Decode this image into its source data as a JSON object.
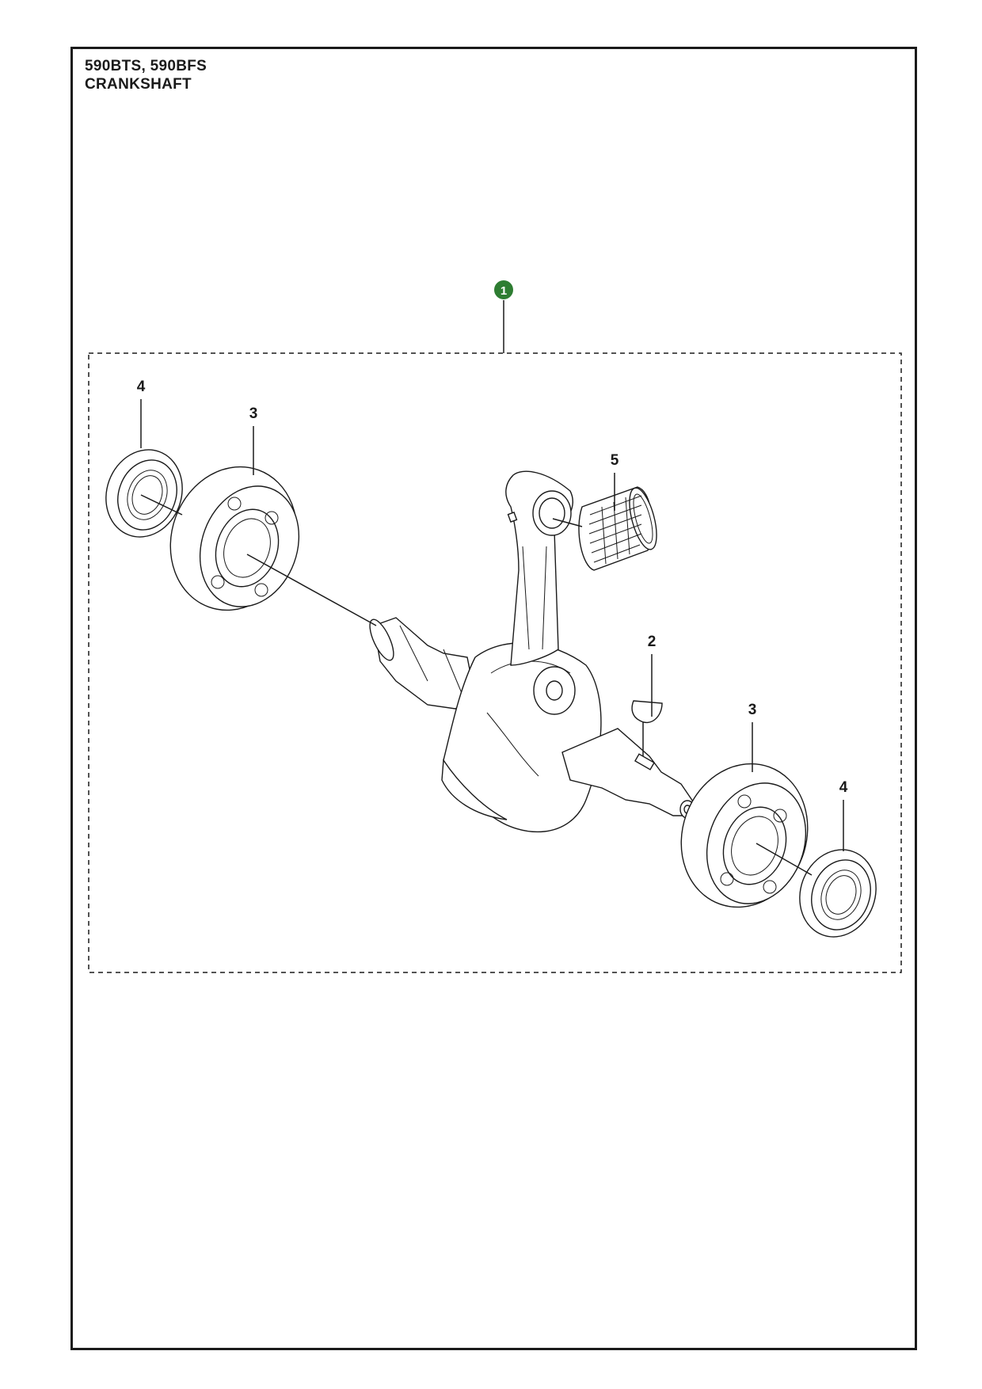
{
  "header": {
    "models": "590BTS, 590BFS",
    "section": "CRANKSHAFT"
  },
  "callouts": {
    "assembly": "1",
    "key": "2",
    "bearing_left": "3",
    "bearing_right": "3",
    "seal_left": "4",
    "seal_right": "4",
    "needle_bearing": "5"
  },
  "colors": {
    "assembly_badge": "#2e7d32",
    "line": "#1a1a1a"
  }
}
